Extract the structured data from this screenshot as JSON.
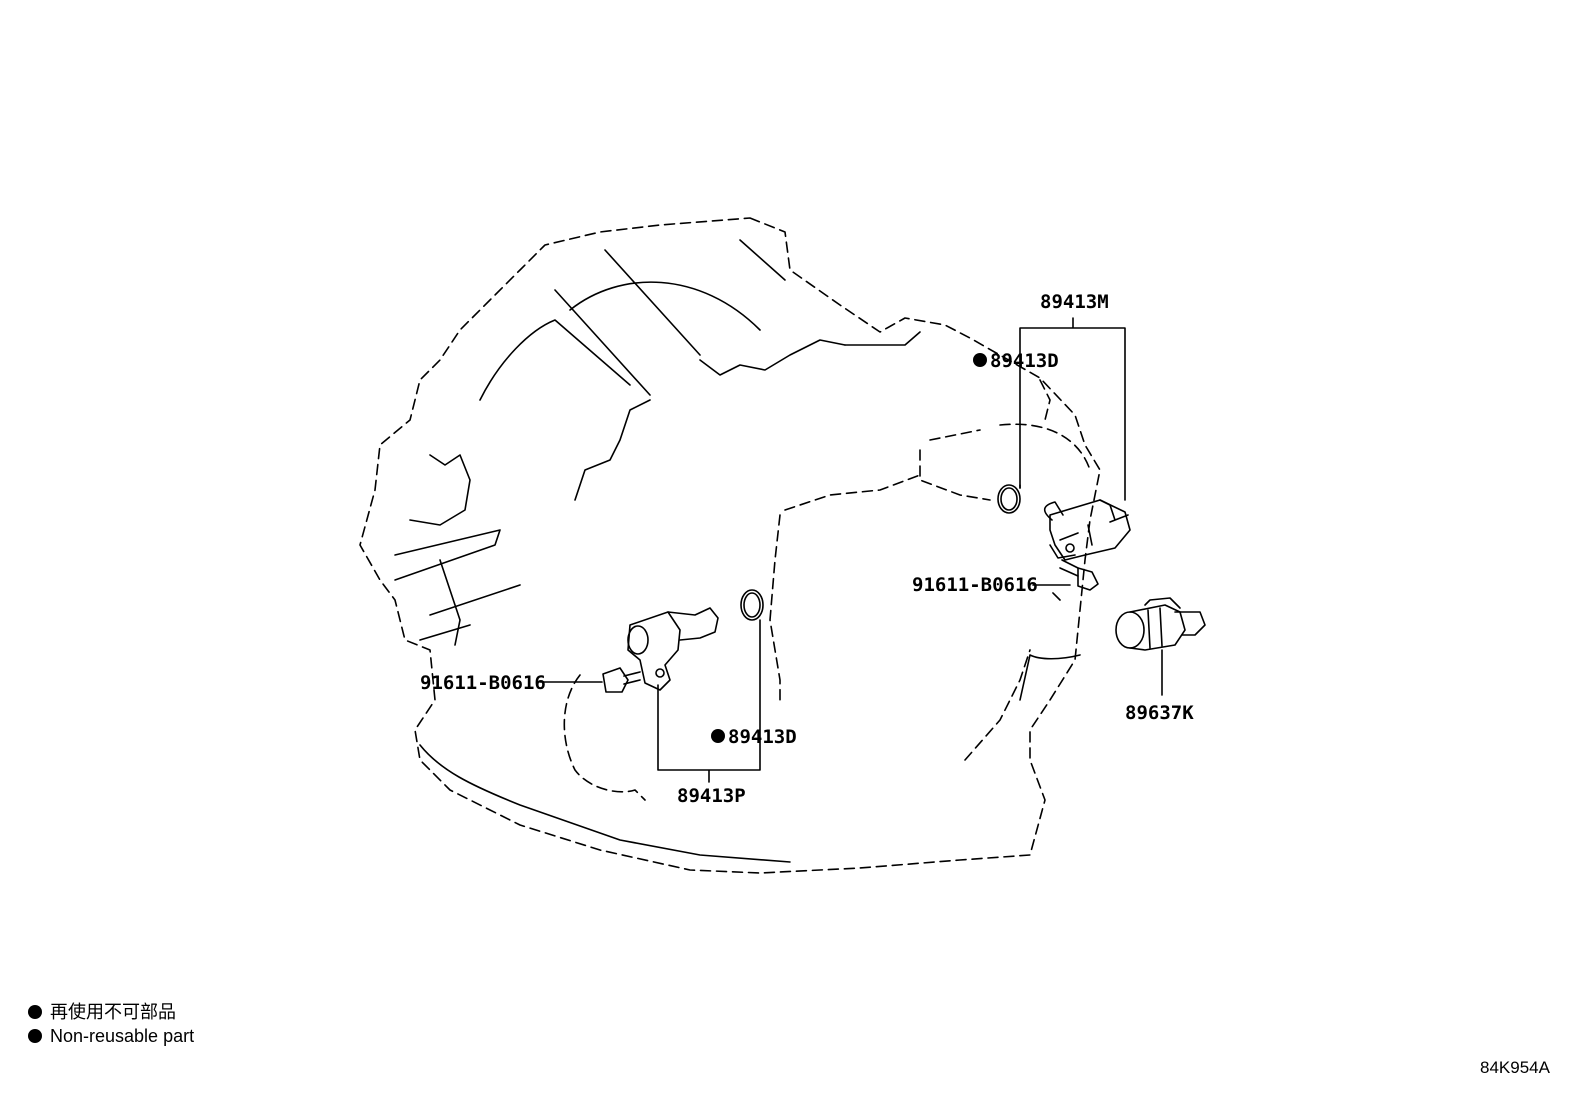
{
  "parts": {
    "sensor_m": "89413M",
    "gasket_top": "89413D",
    "bolt_right": "91611-B0616",
    "sensor_k": "89637K",
    "bolt_left": "91611-B0616",
    "gasket_bottom": "89413D",
    "sensor_p": "89413P"
  },
  "legend": {
    "jp": "再使用不可部品",
    "en": "Non-reusable part"
  },
  "diagram_code": "84K954A",
  "colors": {
    "ink": "#000000",
    "background": "#ffffff"
  }
}
